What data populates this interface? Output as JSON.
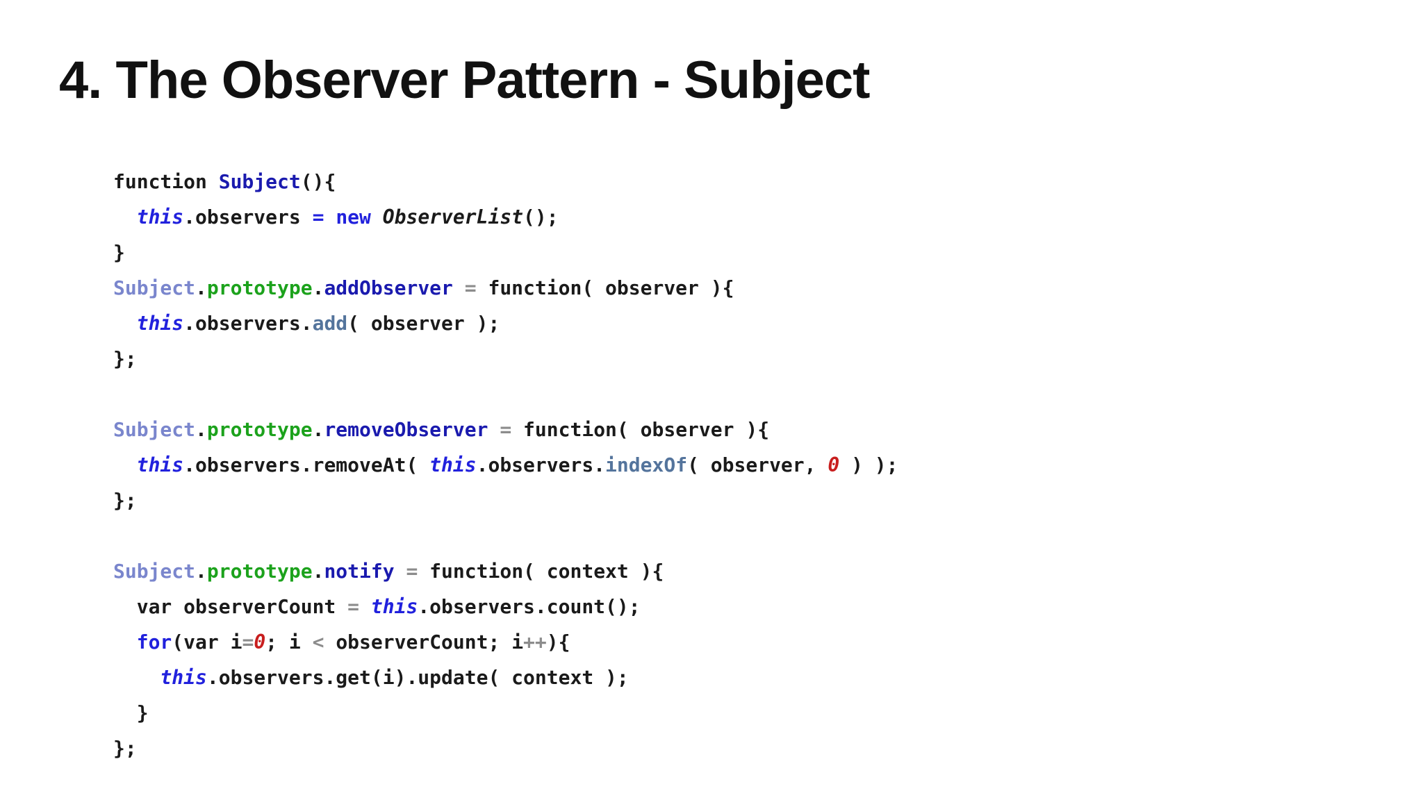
{
  "title": "4. The Observer Pattern - Subject",
  "colors": {
    "background": "#ffffff",
    "title_text": "#111111",
    "code_default": "#1a1a1a",
    "keyword_blue": "#2121dd",
    "declared_name": "#1a1aae",
    "object_name": "#7a86cd",
    "prototype_green": "#1ca21c",
    "builtin_method": "#54749c",
    "operator_gray": "#8c8c8c",
    "number_red": "#c81e1e"
  },
  "code": {
    "language": "javascript",
    "lines": [
      {
        "tokens": [
          {
            "c": "plain",
            "t": "function "
          },
          {
            "c": "decl",
            "t": "Subject"
          },
          {
            "c": "plain",
            "t": "(){"
          }
        ]
      },
      {
        "tokens": [
          {
            "c": "plain",
            "t": "  "
          },
          {
            "c": "this",
            "t": "this"
          },
          {
            "c": "plain",
            "t": ".observers "
          },
          {
            "c": "kw",
            "t": "="
          },
          {
            "c": "plain",
            "t": " "
          },
          {
            "c": "kw",
            "t": "new"
          },
          {
            "c": "plain",
            "t": " "
          },
          {
            "c": "cls",
            "t": "ObserverList"
          },
          {
            "c": "plain",
            "t": "();"
          }
        ]
      },
      {
        "tokens": [
          {
            "c": "plain",
            "t": "}"
          }
        ]
      },
      {
        "tokens": [
          {
            "c": "obj",
            "t": "Subject"
          },
          {
            "c": "plain",
            "t": "."
          },
          {
            "c": "proto",
            "t": "prototype"
          },
          {
            "c": "plain",
            "t": "."
          },
          {
            "c": "decl",
            "t": "addObserver"
          },
          {
            "c": "plain",
            "t": " "
          },
          {
            "c": "op",
            "t": "="
          },
          {
            "c": "plain",
            "t": " function( observer ){"
          }
        ]
      },
      {
        "tokens": [
          {
            "c": "plain",
            "t": "  "
          },
          {
            "c": "this",
            "t": "this"
          },
          {
            "c": "plain",
            "t": ".observers."
          },
          {
            "c": "builtin",
            "t": "add"
          },
          {
            "c": "plain",
            "t": "( observer );"
          }
        ]
      },
      {
        "tokens": [
          {
            "c": "plain",
            "t": "};"
          }
        ]
      },
      {
        "tokens": []
      },
      {
        "tokens": [
          {
            "c": "obj",
            "t": "Subject"
          },
          {
            "c": "plain",
            "t": "."
          },
          {
            "c": "proto",
            "t": "prototype"
          },
          {
            "c": "plain",
            "t": "."
          },
          {
            "c": "decl",
            "t": "removeObserver"
          },
          {
            "c": "plain",
            "t": " "
          },
          {
            "c": "op",
            "t": "="
          },
          {
            "c": "plain",
            "t": " function( observer ){"
          }
        ]
      },
      {
        "tokens": [
          {
            "c": "plain",
            "t": "  "
          },
          {
            "c": "this",
            "t": "this"
          },
          {
            "c": "plain",
            "t": ".observers.removeAt( "
          },
          {
            "c": "this",
            "t": "this"
          },
          {
            "c": "plain",
            "t": ".observers."
          },
          {
            "c": "builtin",
            "t": "indexOf"
          },
          {
            "c": "plain",
            "t": "( observer, "
          },
          {
            "c": "num",
            "t": "0"
          },
          {
            "c": "plain",
            "t": " ) );"
          }
        ]
      },
      {
        "tokens": [
          {
            "c": "plain",
            "t": "};"
          }
        ]
      },
      {
        "tokens": []
      },
      {
        "tokens": [
          {
            "c": "obj",
            "t": "Subject"
          },
          {
            "c": "plain",
            "t": "."
          },
          {
            "c": "proto",
            "t": "prototype"
          },
          {
            "c": "plain",
            "t": "."
          },
          {
            "c": "decl",
            "t": "notify"
          },
          {
            "c": "plain",
            "t": " "
          },
          {
            "c": "op",
            "t": "="
          },
          {
            "c": "plain",
            "t": " function( context ){"
          }
        ]
      },
      {
        "tokens": [
          {
            "c": "plain",
            "t": "  var observerCount "
          },
          {
            "c": "op",
            "t": "="
          },
          {
            "c": "plain",
            "t": " "
          },
          {
            "c": "this",
            "t": "this"
          },
          {
            "c": "plain",
            "t": ".observers.count();"
          }
        ]
      },
      {
        "tokens": [
          {
            "c": "plain",
            "t": "  "
          },
          {
            "c": "kw",
            "t": "for"
          },
          {
            "c": "plain",
            "t": "(var i"
          },
          {
            "c": "op",
            "t": "="
          },
          {
            "c": "num",
            "t": "0"
          },
          {
            "c": "plain",
            "t": "; i "
          },
          {
            "c": "op",
            "t": "<"
          },
          {
            "c": "plain",
            "t": " observerCount; i"
          },
          {
            "c": "op",
            "t": "++"
          },
          {
            "c": "plain",
            "t": "){"
          }
        ]
      },
      {
        "tokens": [
          {
            "c": "plain",
            "t": "    "
          },
          {
            "c": "this",
            "t": "this"
          },
          {
            "c": "plain",
            "t": ".observers.get(i).update( context );"
          }
        ]
      },
      {
        "tokens": [
          {
            "c": "plain",
            "t": "  }"
          }
        ]
      },
      {
        "tokens": [
          {
            "c": "plain",
            "t": "};"
          }
        ]
      }
    ]
  }
}
